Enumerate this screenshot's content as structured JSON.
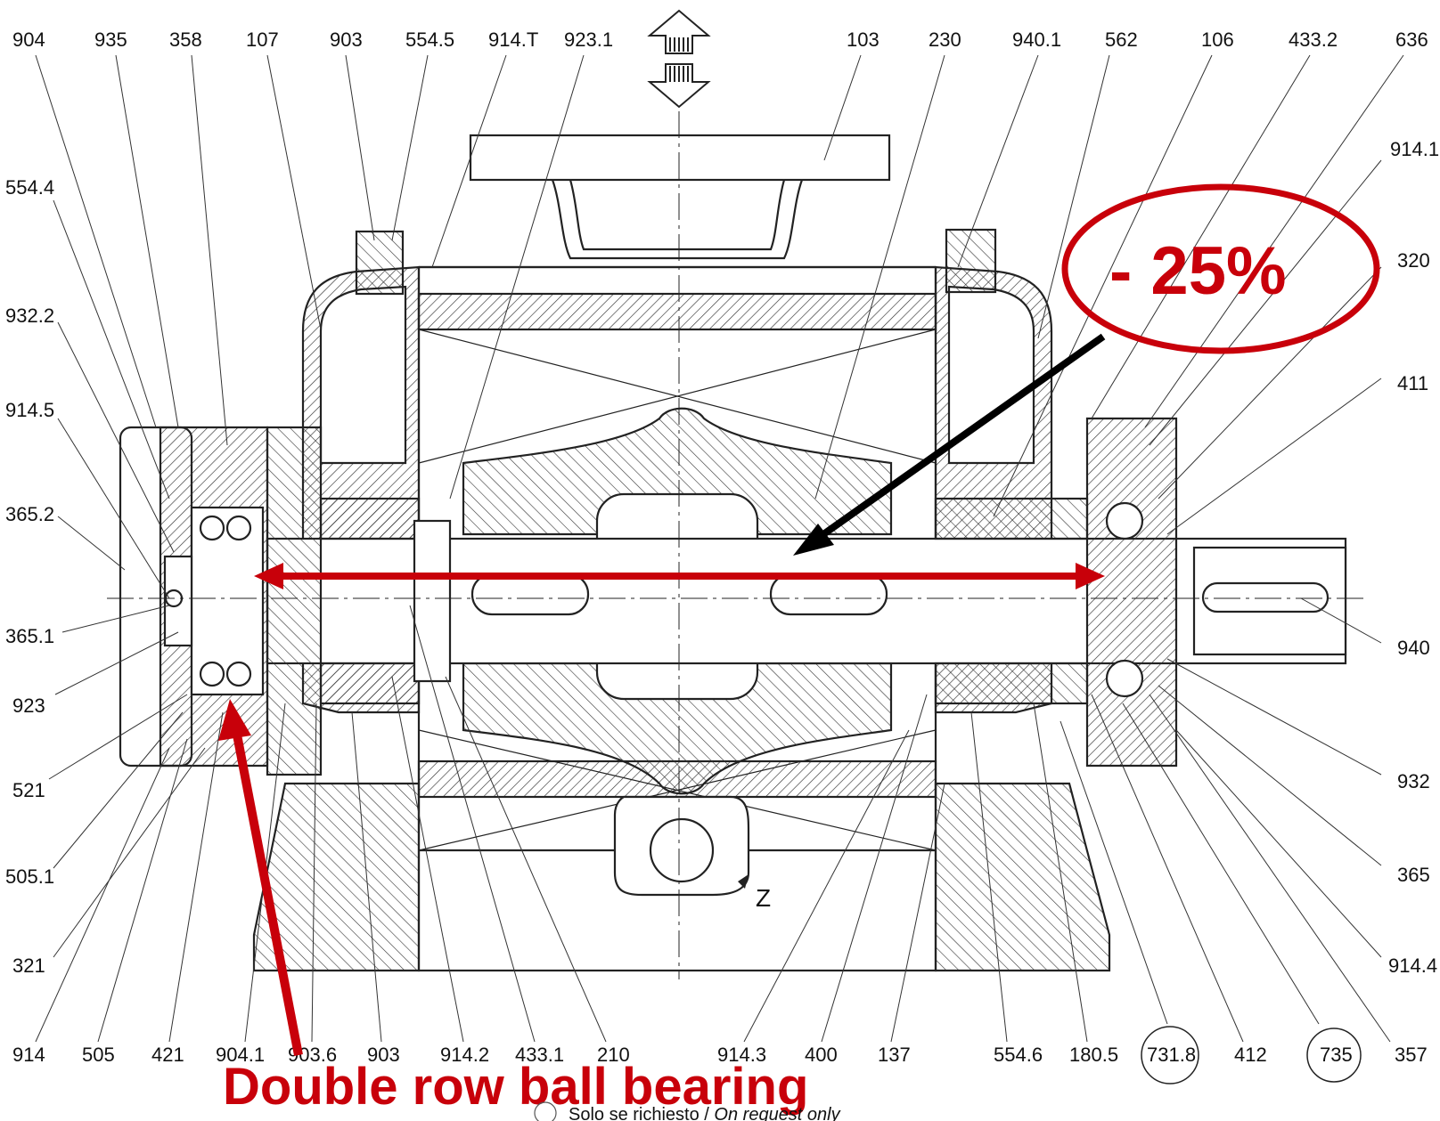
{
  "labels": {
    "top": [
      "904",
      "935",
      "358",
      "107",
      "903",
      "554.5",
      "914.T",
      "923.1",
      "103",
      "230",
      "940.1",
      "562",
      "106",
      "433.2",
      "636"
    ],
    "left": [
      "554.4",
      "932.2",
      "914.5",
      "365.2",
      "365.1",
      "923",
      "521",
      "505.1",
      "321"
    ],
    "right": [
      "914.1",
      "320",
      "411",
      "940",
      "932",
      "365",
      "914.4"
    ],
    "bottom": [
      "914",
      "505",
      "421",
      "904.1",
      "903.6",
      "903",
      "914.2",
      "433.1",
      "210",
      "914.3",
      "400",
      "137",
      "554.6",
      "180.5",
      "731.8",
      "412",
      "735",
      "357"
    ]
  },
  "annotations": {
    "reduction": "- 25%",
    "bearing": "Double row ball bearing",
    "z_mark": "Z"
  },
  "footnote": {
    "italic_part": "On request only",
    "plain_part": "Solo se richiesto / "
  },
  "colors": {
    "accent": "#c8000a",
    "line": "#222222"
  }
}
